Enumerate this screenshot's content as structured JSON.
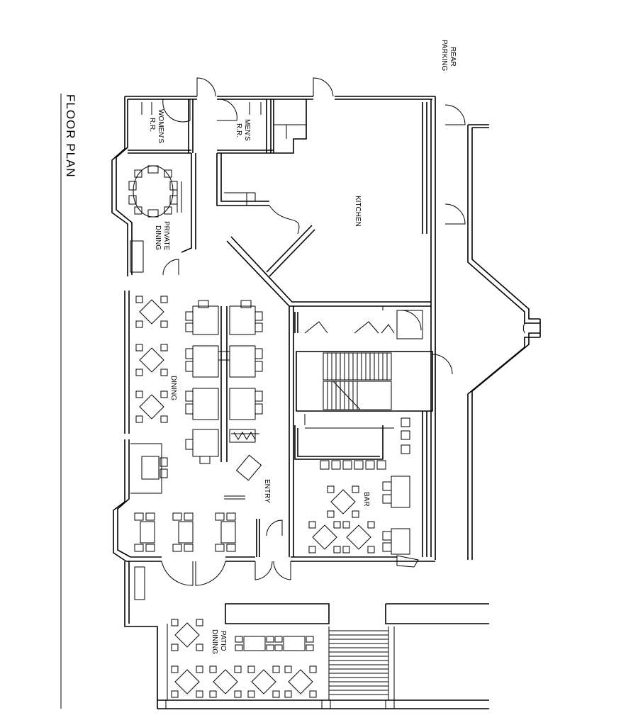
{
  "title": "FLOOR PLAN",
  "rooms": {
    "rear_parking": [
      "REAR",
      "PARKING"
    ],
    "womens_rr": [
      "WOMEN'S",
      "R.R."
    ],
    "mens_rr": [
      "MEN'S",
      "R.R."
    ],
    "kitchen": "KITCHEN",
    "private_dining": [
      "PRIVATE",
      "DINING"
    ],
    "dining": "DINING",
    "entry": "ENTRY",
    "bar": "BAR",
    "patio_dining": [
      "PATIO",
      "DINING"
    ]
  }
}
